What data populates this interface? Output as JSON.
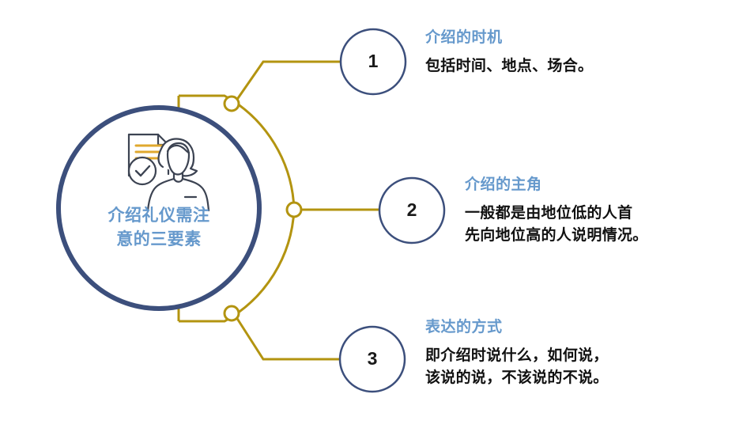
{
  "hub": {
    "title_line1": "介绍礼仪需注",
    "title_line2": "意的三要素",
    "icon": "document-person-check-icon",
    "circle_color": "#3c4f7c",
    "text_color": "#6699cc"
  },
  "theme": {
    "gold": "#b39410",
    "navy": "#3c4f7c",
    "accent_blue": "#6699cc",
    "body_text": "#111111",
    "background": "#ffffff"
  },
  "items": [
    {
      "number": "1",
      "title": "介绍的时机",
      "body_lines": [
        "包括时间、地点、场合。"
      ]
    },
    {
      "number": "2",
      "title": "介绍的主角",
      "body_lines": [
        "一般都是由地位低的人首",
        "先向地位高的人说明情况。"
      ]
    },
    {
      "number": "3",
      "title": "表达的方式",
      "body_lines": [
        "即介绍时说什么，如何说，",
        "该说的说，不该说的不说。"
      ]
    }
  ]
}
